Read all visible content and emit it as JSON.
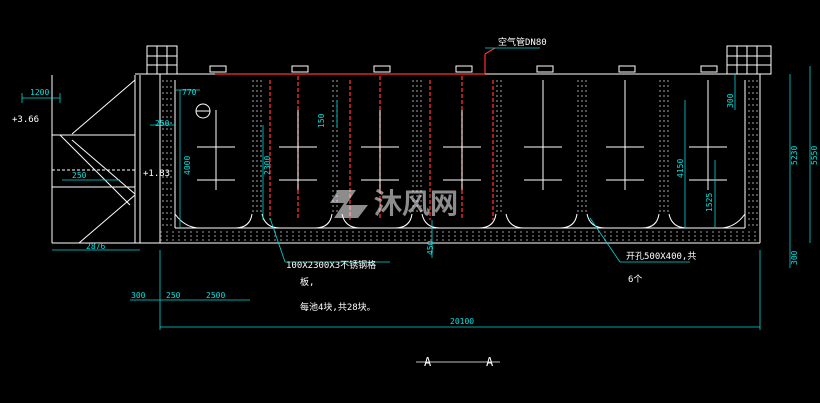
{
  "drawing": {
    "section_label_left": "A",
    "section_label_right": "A",
    "watermark": {
      "text": "沐风网"
    },
    "annotations": {
      "air_pipe": "空气管DN80",
      "steel_plate_line1": "100X2300X3不锈钢格",
      "steel_plate_line2": "板,",
      "steel_plate_line3": "每池4块,共28块。",
      "opening_line1": "开孔500X400,共",
      "opening_line2": "6个"
    },
    "dimensions": {
      "d1200": "1200",
      "d366": "+3.66",
      "d183": "+1.83",
      "d250_stair": "250",
      "d2876": "2876",
      "d770": "770",
      "d250_wall": "250",
      "d4000": "4000",
      "d2300": "2300",
      "d150": "150",
      "d450": "450",
      "d4150": "4150",
      "d1525": "1525",
      "d300_top": "300",
      "d5230": "5230",
      "d5550": "5550",
      "d300_bottom": "300",
      "d300_left": "300",
      "d250_low": "250",
      "d2500": "2500",
      "d20100": "20100"
    }
  }
}
